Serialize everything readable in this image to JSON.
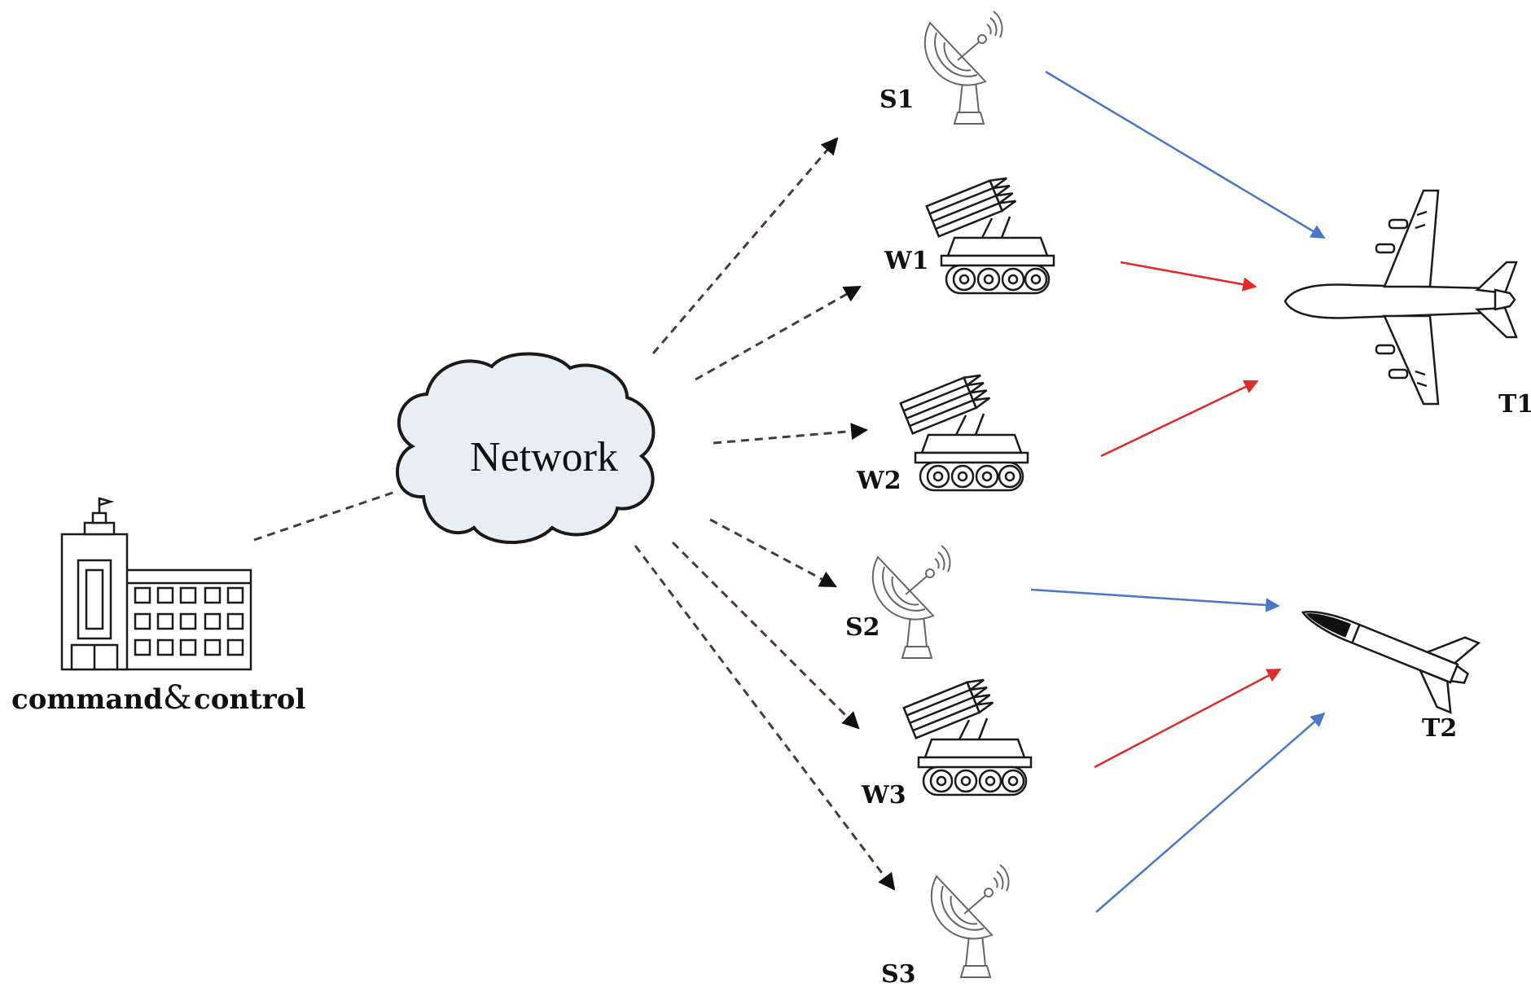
{
  "nodes": {
    "command": {
      "label_left": "command",
      "ampersand": "&",
      "label_right": "control"
    },
    "network": {
      "label": "Network"
    },
    "sensors": [
      "S1",
      "S2",
      "S3"
    ],
    "weapons": [
      "W1",
      "W2",
      "W3"
    ],
    "targets": [
      "T1",
      "T2"
    ]
  },
  "colors": {
    "dispatch_line": "#4a3a34",
    "sensor_link": "#4a76c8",
    "weapon_link": "#e02a2a",
    "cloud_fill": "#e8eef4"
  },
  "icons": {
    "command": "building-icon",
    "network": "cloud-icon",
    "sensor": "radar-dish-icon",
    "weapon": "rocket-launcher-vehicle-icon",
    "target_1": "airplane-icon",
    "target_2": "missile-icon"
  }
}
